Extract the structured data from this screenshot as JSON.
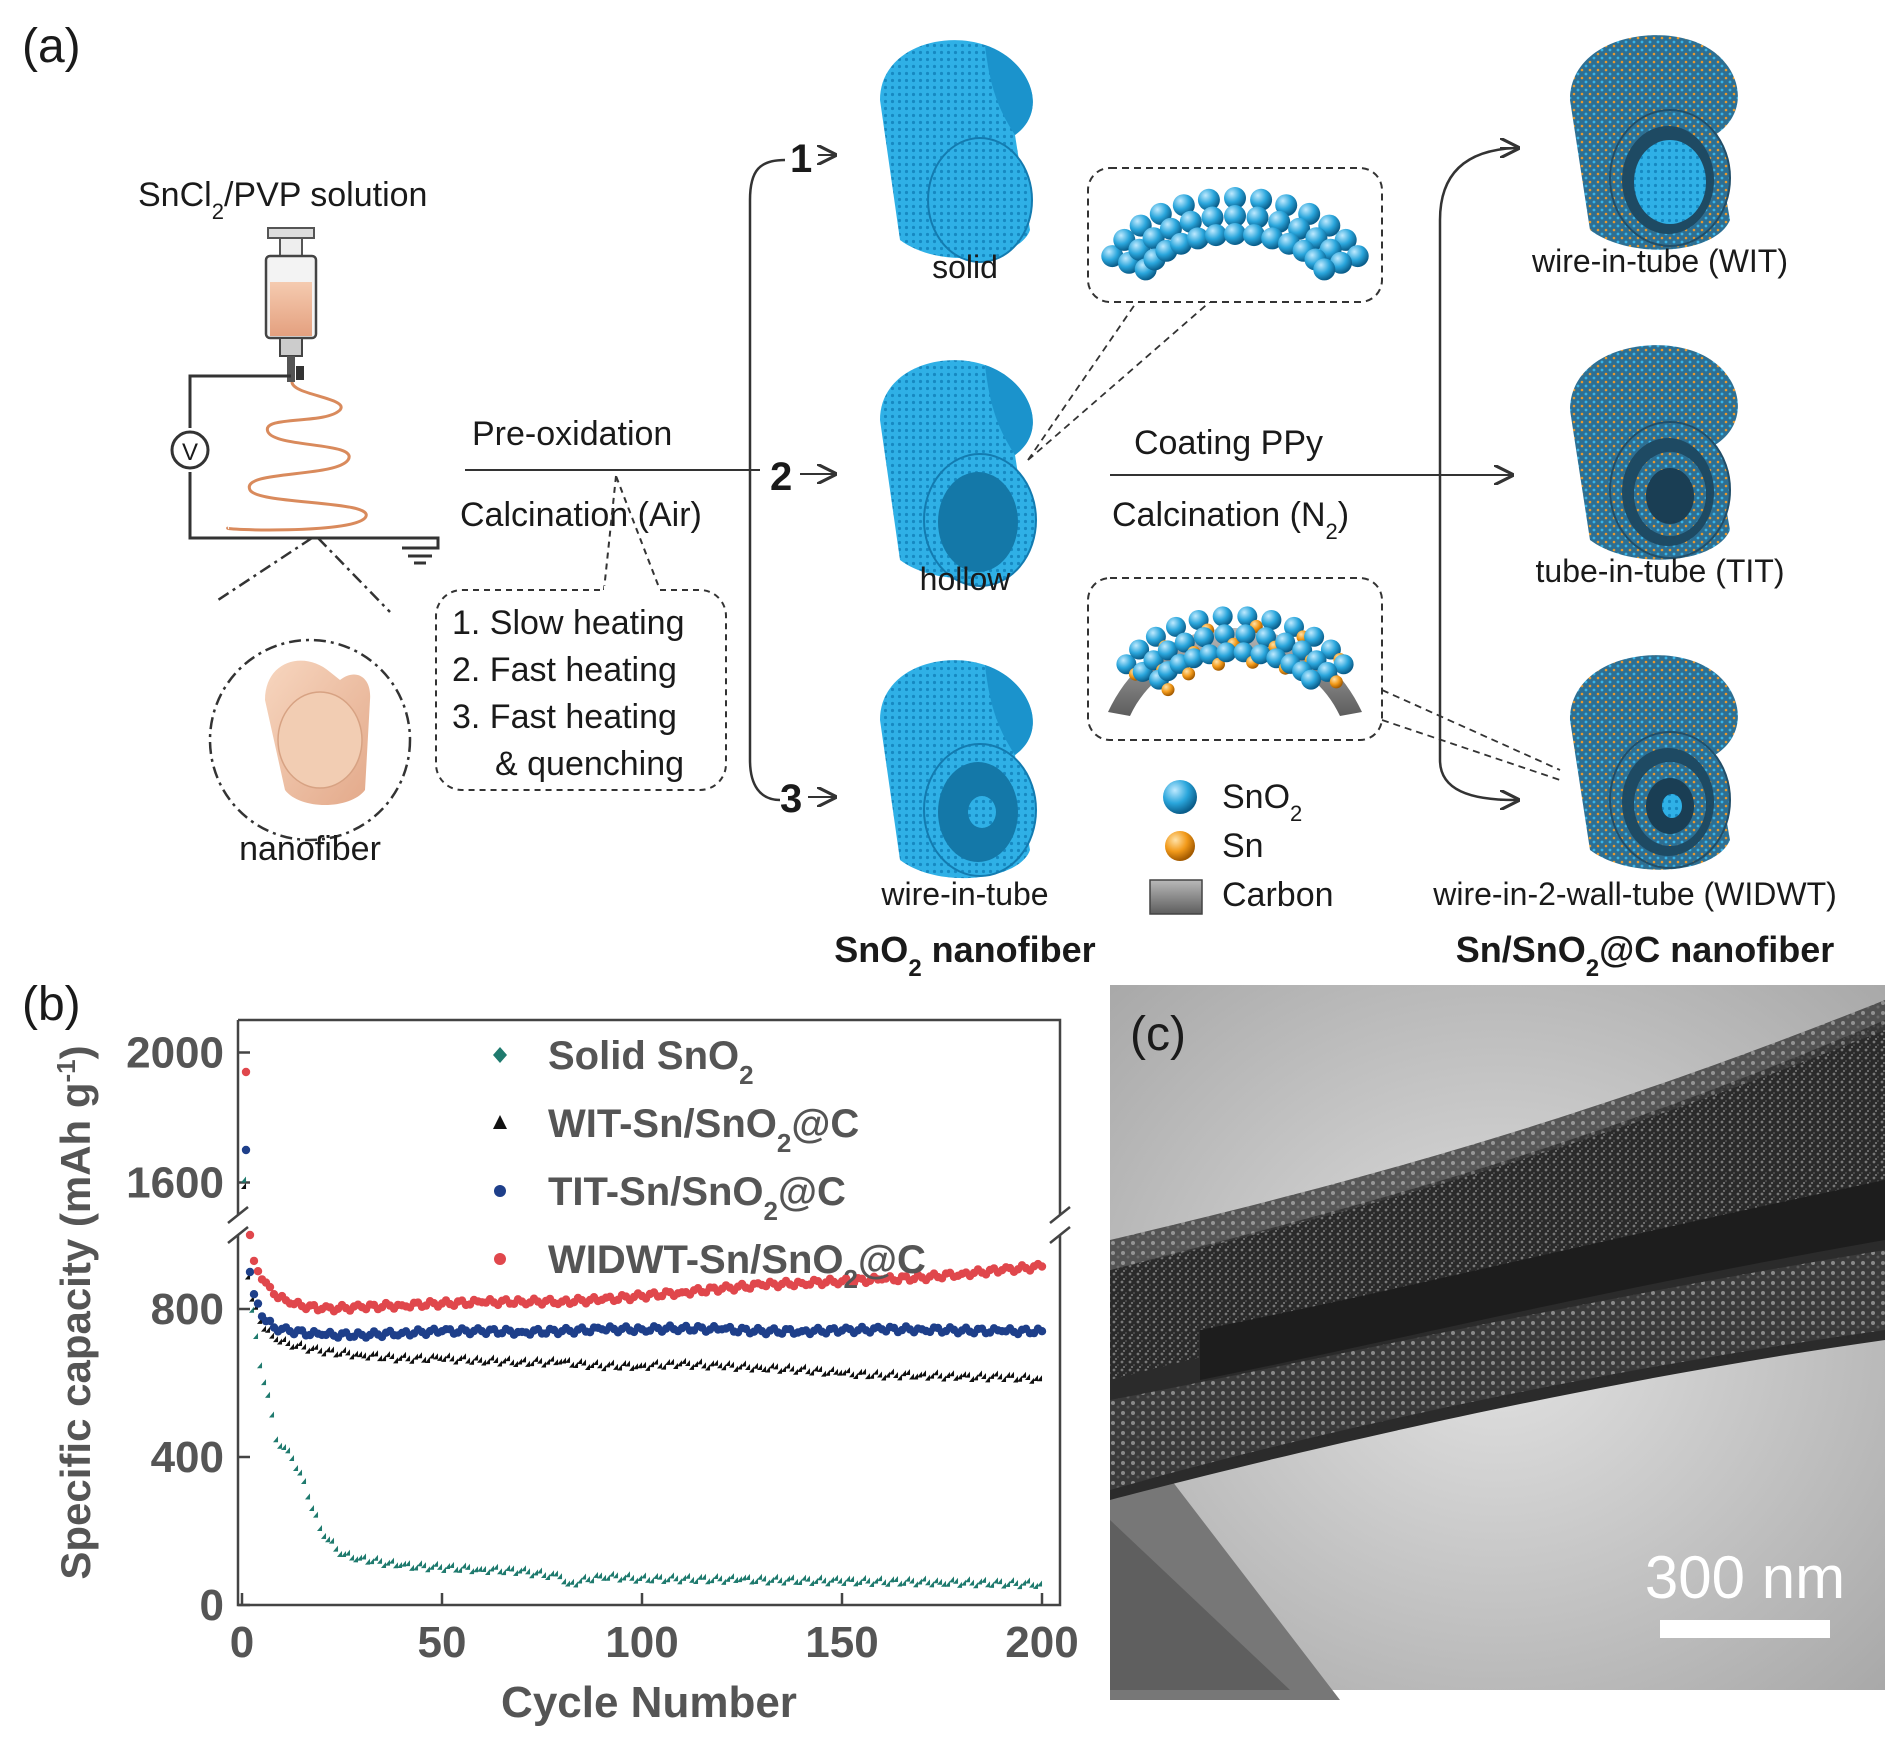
{
  "panels": {
    "a": "(a)",
    "b": "(b)",
    "c": "(c)"
  },
  "diagram": {
    "solution_label": {
      "pre": "SnCl",
      "sub": "2",
      "post": "/PVP solution"
    },
    "voltmeter": "V",
    "nanofiber_label": "nanofiber",
    "step1": "Pre-oxidation",
    "step1b": "Calcination (Air)",
    "heating": [
      "1. Slow heating",
      "2. Fast heating",
      "3. Fast heating",
      "& quenching"
    ],
    "route_numbers": [
      "1",
      "2",
      "3"
    ],
    "sno2_structures": [
      "solid",
      "hollow",
      "wire-in-tube"
    ],
    "sno2_group": {
      "pre": "SnO",
      "sub": "2",
      "post": " nanofiber"
    },
    "step2": "Coating PPy",
    "step2b": {
      "pre": "Calcination (N",
      "sub": "2",
      "post": ")"
    },
    "legend": [
      {
        "pre": "SnO",
        "sub": "2",
        "color": "#29a9e0"
      },
      {
        "pre": "Sn",
        "sub": "",
        "color": "#f39a1e"
      },
      {
        "pre": "Carbon",
        "sub": "",
        "color": "#8a8a8a"
      }
    ],
    "composite_structures": [
      "wire-in-tube (WIT)",
      "tube-in-tube (TIT)",
      "wire-in-2-wall-tube (WIDWT)"
    ],
    "composite_group": {
      "pre": "Sn/SnO",
      "sub": "2",
      "post": "@C nanofiber"
    }
  },
  "chart_data": {
    "type": "scatter",
    "xlabel": "Cycle Number",
    "ylabel": "Specific capacity (mAh g",
    "ylabel_sup": "-1",
    "ylabel_end": ")",
    "xlim": [
      0,
      200
    ],
    "xticks": [
      0,
      50,
      100,
      150,
      200
    ],
    "yticks_lower": [
      0,
      400,
      800
    ],
    "yticks_upper": [
      1600,
      2000
    ],
    "axis_break": true,
    "legend_position": "top-center",
    "series": [
      {
        "name": "Solid SnO",
        "sub": "2",
        "post": "",
        "color": "#1f7a6e",
        "marker": "diamond",
        "x": [
          1,
          2,
          3,
          5,
          7,
          9,
          12,
          15,
          20,
          25,
          30,
          40,
          50,
          60,
          70,
          80,
          82,
          90,
          100,
          125,
          150,
          175,
          200
        ],
        "y": [
          1600,
          880,
          790,
          640,
          560,
          440,
          410,
          350,
          200,
          130,
          120,
          100,
          95,
          90,
          85,
          70,
          50,
          72,
          65,
          62,
          58,
          55,
          50
        ]
      },
      {
        "name": "WIT-Sn/SnO",
        "sub": "2",
        "post": "@C",
        "color": "#111111",
        "marker": "triangle",
        "x": [
          1,
          2,
          3,
          5,
          8,
          12,
          20,
          30,
          40,
          50,
          60,
          70,
          80,
          90,
          100,
          110,
          120,
          130,
          140,
          150,
          160,
          170,
          180,
          190,
          200
        ],
        "y": [
          1580,
          880,
          820,
          760,
          720,
          700,
          680,
          670,
          660,
          660,
          655,
          650,
          650,
          640,
          640,
          645,
          640,
          635,
          630,
          620,
          615,
          615,
          610,
          610,
          605
        ]
      },
      {
        "name": "TIT-Sn/SnO",
        "sub": "2",
        "post": "@C",
        "color": "#1e3f8a",
        "marker": "circle",
        "x": [
          1,
          2,
          3,
          5,
          8,
          12,
          20,
          30,
          40,
          50,
          60,
          70,
          80,
          90,
          100,
          110,
          120,
          130,
          140,
          150,
          160,
          170,
          180,
          190,
          200
        ],
        "y": [
          1700,
          900,
          840,
          780,
          750,
          740,
          730,
          730,
          735,
          740,
          740,
          738,
          740,
          745,
          745,
          748,
          745,
          740,
          740,
          742,
          745,
          745,
          742,
          740,
          740
        ]
      },
      {
        "name": "WIDWT-Sn/SnO",
        "sub": "2",
        "post": "@C",
        "color": "#e0474c",
        "marker": "circle",
        "x": [
          1,
          2,
          3,
          5,
          8,
          12,
          20,
          30,
          40,
          50,
          60,
          70,
          80,
          90,
          100,
          110,
          120,
          130,
          140,
          150,
          160,
          170,
          180,
          190,
          200
        ],
        "y": [
          1940,
          1000,
          930,
          880,
          840,
          815,
          800,
          805,
          810,
          815,
          818,
          820,
          820,
          825,
          835,
          845,
          855,
          865,
          870,
          875,
          880,
          885,
          895,
          905,
          915
        ]
      }
    ]
  },
  "micrograph": {
    "scale_bar": "300 nm"
  }
}
